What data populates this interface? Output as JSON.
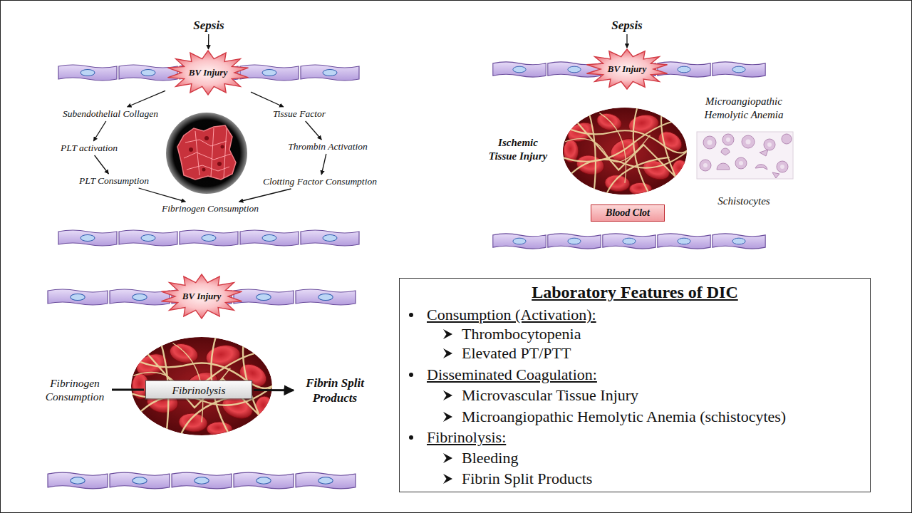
{
  "diagram": {
    "nodes": [
      {
        "text": [
          "Sepsis"
        ]
      },
      {
        "text": [
          "BV Injury"
        ]
      },
      {
        "text": [
          "Subendothelial Collagen"
        ]
      },
      {
        "text": [
          "Tissue Factor"
        ]
      },
      {
        "text": [
          "PLT activation"
        ]
      },
      {
        "text": [
          "Thrombin Activation"
        ]
      },
      {
        "text": [
          "PLT Consumption"
        ]
      },
      {
        "text": [
          "Clotting Factor Consumption"
        ]
      },
      {
        "text": [
          "Fibrinogen Consumption"
        ]
      },
      {
        "text": [
          "Sepsis"
        ]
      },
      {
        "text": [
          "BV Injury"
        ]
      },
      {
        "text": [
          "Blood Clot"
        ]
      },
      {
        "text": [
          "BV Injury"
        ]
      },
      {
        "text": [
          "Fibrinogen Consumption"
        ]
      },
      {
        "text": [
          "Fibrinolysis"
        ]
      },
      {
        "text": [
          "Fibrin Split Products"
        ]
      },
      {
        "text": [
          "Laboratory Features of DIC",
          "Consumption (Activation):",
          "Thrombocytopenia",
          "Elevated PT/PTT",
          "Disseminated Coagulation:",
          "Microvascular Tissue Injury",
          "Microangiopathic Hemolytic Anemia (schistocytes)",
          "Fibrinolysis:",
          "Bleeding",
          "Fibrin Split Products"
        ]
      }
    ],
    "edges": [
      {
        "from": 0,
        "to": 1,
        "arrow": "to"
      },
      {
        "from": 1,
        "to": 2,
        "arrow": "to"
      },
      {
        "from": 1,
        "to": 3,
        "arrow": "to"
      },
      {
        "from": 2,
        "to": 4,
        "arrow": "to"
      },
      {
        "from": 4,
        "to": 6,
        "arrow": "to"
      },
      {
        "from": 6,
        "to": 8,
        "arrow": "to"
      },
      {
        "from": 3,
        "to": 5,
        "arrow": "to"
      },
      {
        "from": 5,
        "to": 7,
        "arrow": "to"
      },
      {
        "from": 7,
        "to": 8,
        "arrow": "to"
      },
      {
        "from": 9,
        "to": 10,
        "arrow": "to"
      },
      {
        "from": 13,
        "to": 14,
        "arrow": "none"
      },
      {
        "from": 14,
        "to": 15,
        "arrow": "to"
      }
    ],
    "labels": [
      "Ischemic Tissue Injury",
      "Microangiopathic Hemolytic Anemia",
      "Schistocytes"
    ]
  }
}
